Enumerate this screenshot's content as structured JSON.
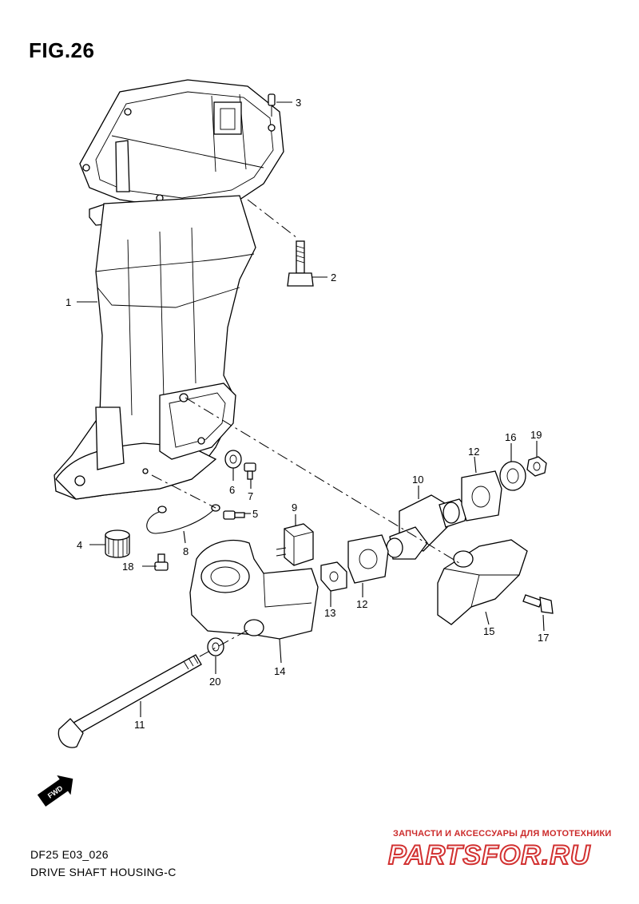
{
  "header": {
    "figure_title": "FIG.26"
  },
  "footer": {
    "model_code": "DF25 E03_026",
    "section_name": "DRIVE SHAFT HOUSING-C"
  },
  "watermark": {
    "tagline": "ЗАПЧАСТИ И АКСЕССУАРЫ ДЛЯ МОТОТЕХНИКИ",
    "logo_text": "PARTSFOR.RU",
    "color": "#d23131"
  },
  "fwd_arrow": {
    "label": "FWD"
  },
  "callouts": [
    "1",
    "2",
    "3",
    "4",
    "5",
    "6",
    "7",
    "8",
    "9",
    "10",
    "11",
    "12",
    "12",
    "13",
    "14",
    "15",
    "16",
    "17",
    "18",
    "19",
    "20"
  ]
}
